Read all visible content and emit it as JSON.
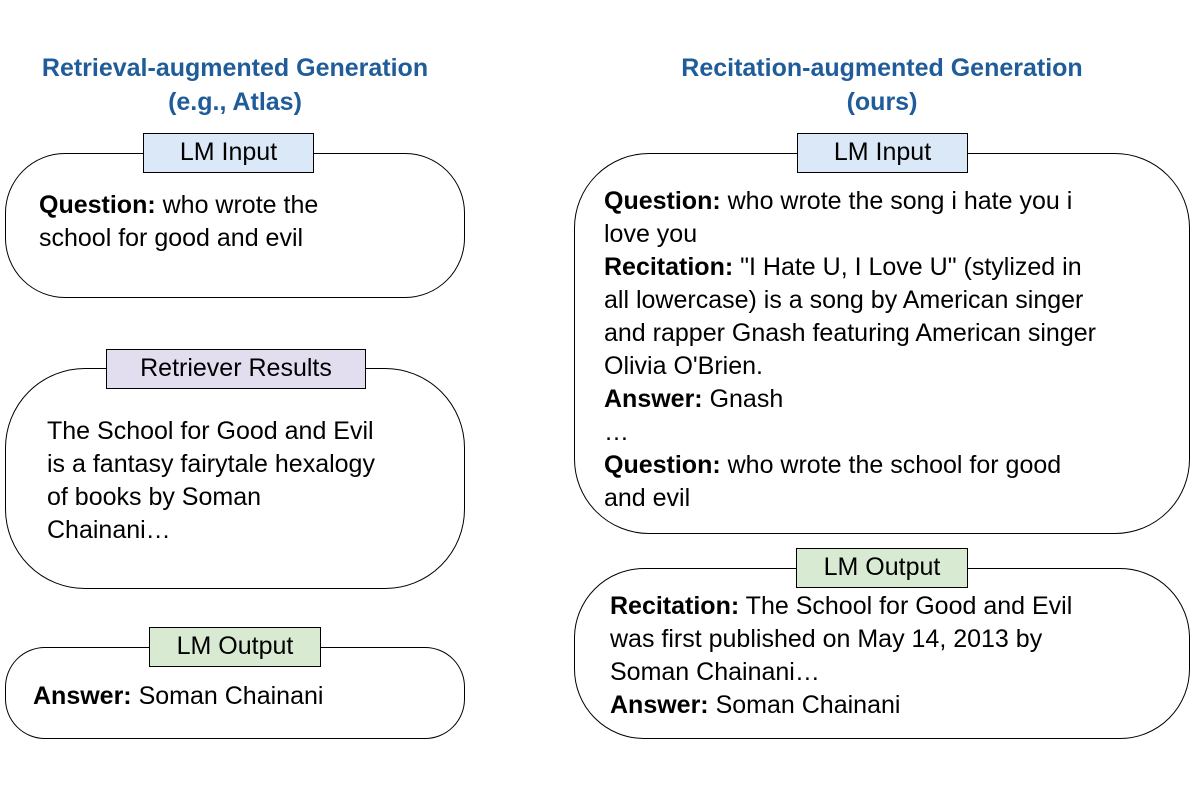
{
  "left": {
    "title": [
      "Retrieval-augmented Generation",
      "(e.g., Atlas)"
    ],
    "input": {
      "tag": "LM Input",
      "lines": [
        {
          "label": "Question:",
          "text": " who wrote the"
        },
        {
          "label": "",
          "text": "school for good and evil"
        }
      ]
    },
    "retriever": {
      "tag": "Retriever Results",
      "lines": [
        {
          "label": "",
          "text": "The School for Good and Evil"
        },
        {
          "label": "",
          "text": "is a fantasy fairytale hexalogy"
        },
        {
          "label": "",
          "text": "of books by Soman"
        },
        {
          "label": "",
          "text": "Chainani…"
        }
      ]
    },
    "output": {
      "tag": "LM Output",
      "lines": [
        {
          "label": "Answer:",
          "text": " Soman Chainani"
        }
      ]
    }
  },
  "right": {
    "title": [
      "Recitation-augmented Generation",
      "(ours)"
    ],
    "input": {
      "tag": "LM Input",
      "lines": [
        {
          "label": "Question:",
          "text": " who wrote the song i hate you i"
        },
        {
          "label": "",
          "text": "love you"
        },
        {
          "label": "Recitation:",
          "text": " \"I Hate U, I Love U\" (stylized in"
        },
        {
          "label": "",
          "text": "all lowercase) is a song by American singer"
        },
        {
          "label": "",
          "text": "and rapper Gnash featuring American singer"
        },
        {
          "label": "",
          "text": "Olivia O'Brien."
        },
        {
          "label": "Answer:",
          "text": " Gnash"
        },
        {
          "label": "",
          "text": "…"
        },
        {
          "label": "Question:",
          "text": " who wrote the school for good"
        },
        {
          "label": "",
          "text": "and evil"
        }
      ]
    },
    "output": {
      "tag": "LM Output",
      "lines": [
        {
          "label": "Recitation:",
          "text": " The School for Good and Evil"
        },
        {
          "label": "",
          "text": "was first published on May 14, 2013 by"
        },
        {
          "label": "",
          "text": "Soman Chainani…"
        },
        {
          "label": "Answer:",
          "text": " Soman Chainani"
        }
      ]
    }
  },
  "colors": {
    "title": "#1f5c99",
    "input_tag": "#dae8f7",
    "retriever_tag": "#e3ddf0",
    "output_tag": "#d9ead3"
  }
}
